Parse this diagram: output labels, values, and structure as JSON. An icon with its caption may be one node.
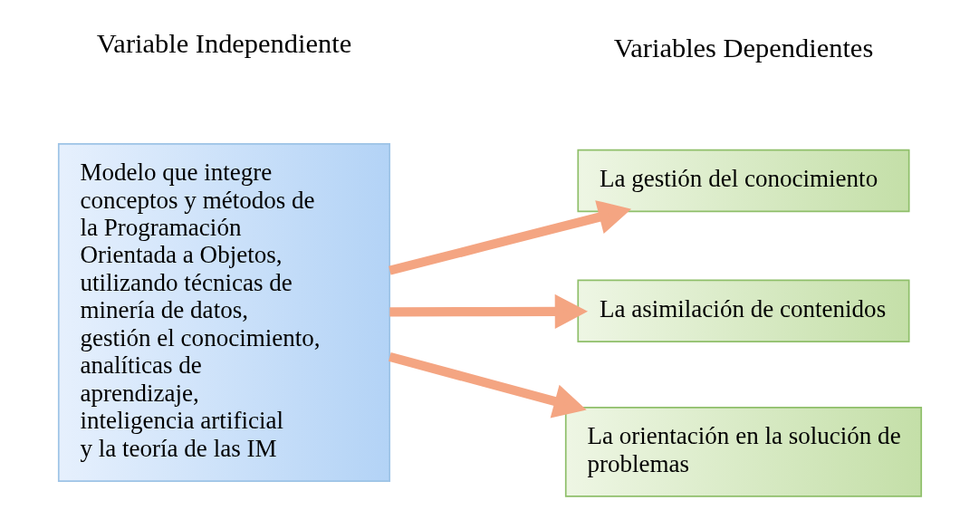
{
  "diagram": {
    "nodes": [
      {
        "text": [
          "Modelo que integre conceptos y métodos de la Programación Orientada a Objetos, utilizando técnicas de minería de datos, gestión el conocimiento, analíticas de aprendizaje, inteligencia artificial y la teoría de las IM"
        ]
      },
      {
        "text": [
          "La gestión del conocimiento"
        ]
      },
      {
        "text": [
          "La asimilación de contenidos"
        ]
      },
      {
        "text": [
          "La orientación en la solución de problemas"
        ]
      }
    ],
    "edges": [
      {
        "from": 0,
        "to": 1,
        "arrow": "to"
      },
      {
        "from": 0,
        "to": 2,
        "arrow": "to"
      },
      {
        "from": 0,
        "to": 3,
        "arrow": "to"
      }
    ],
    "labels": [
      "Variable Independiente",
      "Variables Dependientes"
    ]
  }
}
